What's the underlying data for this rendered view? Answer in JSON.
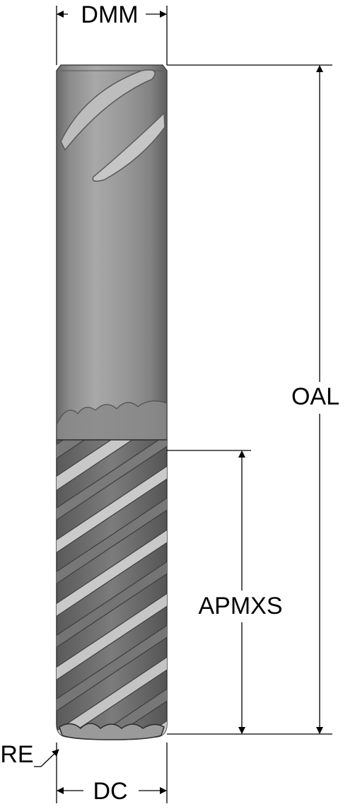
{
  "labels": {
    "dmm": "DMM",
    "oal": "OAL",
    "apmxs": "APMXS",
    "re": "RE",
    "dc": "DC"
  },
  "colors": {
    "tool_body": "#8e8e8e",
    "tool_highlight": "#cfcfcf",
    "tool_shadow": "#5a5a5a",
    "flute_dark": "#4e4e4e",
    "flute_light": "#c4c4c4",
    "line": "#000000"
  }
}
